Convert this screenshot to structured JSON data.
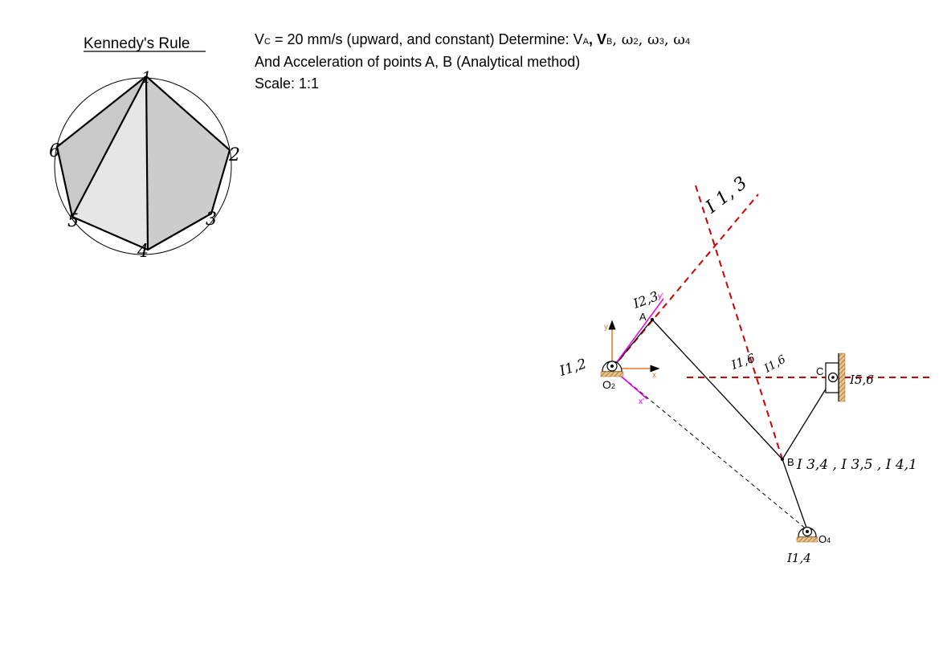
{
  "header": {
    "rule_title": "Kennedy's Rule",
    "line1_prefix": "V",
    "line1_vc_sub": "C",
    "line1_text": " = 20 mm/s (upward, and constant) Determine: V",
    "line1_va_sub": "A",
    "line1_sep": ",  V",
    "line1_vb_sub": "B",
    "line1_omegas": ",  ω",
    "omega2_sub": "2",
    "omega3": ", ω",
    "omega3_sub": "3",
    "omega4": ", ω",
    "omega4_sub": "4",
    "line2": "And Acceleration of points A, B (Analytical method)",
    "line3": "Scale: 1:1"
  },
  "kennedy_polygon": {
    "vertex_labels": [
      "1",
      "2",
      "3",
      "4",
      "5",
      "6"
    ]
  },
  "mechanism": {
    "point_labels": {
      "A": "A",
      "B": "B",
      "C": "C",
      "O2_main": "O",
      "O2_sub": "2",
      "O4_main": "O",
      "O4_sub": "4"
    },
    "axis_labels": {
      "y": "y",
      "x": "x",
      "y_prime": "y'",
      "x_prime": "x'"
    },
    "annotations": {
      "I13": "I 1, 3",
      "I23": "I2,3",
      "I12": "I1,2",
      "I16a": "I1,6",
      "I16b": "I1,6",
      "I56": "I5,6",
      "B_centers": "I 3,4 , I 3,5 , I 4,1",
      "I14": "I1,4"
    },
    "colors": {
      "link": "#000000",
      "dashed_red": "#cc0000",
      "axis_orange": "#e87722",
      "axis_magenta": "#e600e6",
      "ground": "#c68a2e",
      "poly_dark": "#c9c9c9",
      "poly_light": "#e6e6e6"
    }
  }
}
